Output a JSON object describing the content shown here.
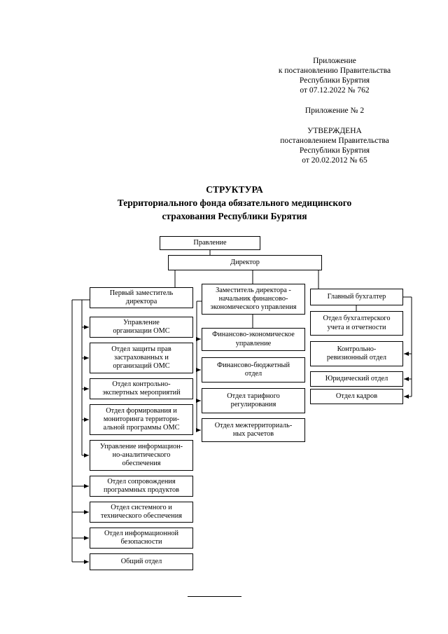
{
  "page": {
    "header_block": {
      "group1": [
        "Приложение",
        "к постановлению Правительства",
        "Республики Бурятия",
        "от 07.12.2022 № 762"
      ],
      "group2": [
        "Приложение № 2"
      ],
      "group3": [
        "УТВЕРЖДЕНА",
        "постановлением Правительства",
        "Республики Бурятия",
        "от 20.02.2012 № 65"
      ]
    },
    "title": {
      "line1": "СТРУКТУРА",
      "line2": "Территориального фонда обязательного медицинского",
      "line3": "страхования Республики Бурятия"
    }
  },
  "org_chart": {
    "board": "Правление",
    "director": "Директор",
    "left_branch": {
      "head": "Первый заместитель\nдиректора",
      "items": [
        "Управление\nорганизации ОМС",
        "Отдел защиты прав\nзастрахованных и\nорганизаций ОМС",
        "Отдел контрольно-\nэкспертных мероприятий",
        "Отдел формирования и\nмониторинга территори-\nальной программы ОМС",
        "Управление информацион-\nно-аналитического\nобеспечения",
        "Отдел сопровождения\nпрограммных продуктов",
        "Отдел системного и\nтехнического обеспечения",
        "Отдел информационной\nбезопасности",
        "Общий отдел"
      ]
    },
    "middle_branch": {
      "head": "Заместитель директора -\nначальник финансово-\nэкономического управления",
      "items": [
        "Финансово-экономическое\nуправление",
        "Финансово-бюджетный\nотдел",
        "Отдел тарифного\nрегулирования",
        "Отдел межтерриториаль-\nных расчетов"
      ]
    },
    "right_branch": {
      "head": "Главный бухгалтер",
      "items": [
        "Отдел бухгалтерского\nучета и отчетности",
        "Контрольно-\nревизионный отдел",
        "Юридический отдел",
        "Отдел кадров"
      ]
    }
  }
}
